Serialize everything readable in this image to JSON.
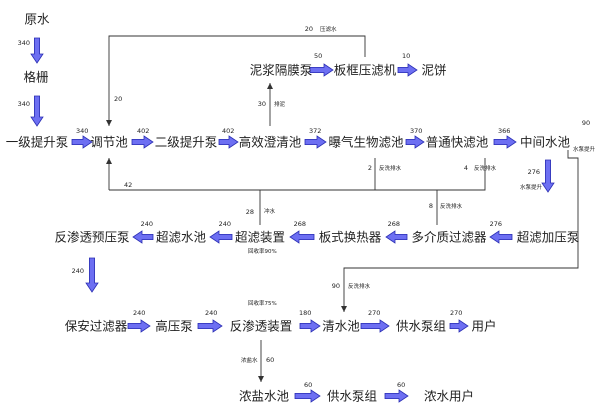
{
  "nodes": {
    "raw_water": "原水",
    "grille": "格栅",
    "lift_pump_1": "一级提升泵",
    "regulating_tank": "调节池",
    "lift_pump_2": "二级提升泵",
    "hd_clarifier": "高效澄清池",
    "baf": "曝气生物滤池",
    "rapid_filter": "普通快滤池",
    "middle_tank": "中间水池",
    "sludge_pump": "泥浆隔膜泵",
    "filter_press": "板框压滤机",
    "sludge_cake": "泥饼",
    "uf_booster": "超滤加压泵",
    "multimedia_filter": "多介质过滤器",
    "plate_exchanger": "板式换热器",
    "uf_unit": "超滤装置",
    "uf_tank": "超滤水池",
    "ro_pre_pump": "反渗透预压泵",
    "security_filter": "保安过滤器",
    "hp_pump": "高压泵",
    "ro_unit": "反渗透装置",
    "clear_tank": "清水池",
    "supply_pump_1": "供水泵组",
    "user": "用户",
    "brine_tank": "浓盐水池",
    "supply_pump_2": "供水泵组",
    "brine_user": "浓水用户"
  },
  "flows": {
    "raw_to_grille": "340",
    "grille_to_pump1": "340",
    "pump1_to_reg": "340",
    "reg_to_pump2": "402",
    "pump2_to_clar": "402",
    "clar_to_baf": "372",
    "baf_to_filter": "370",
    "filter_to_middle": "366",
    "middle_to_booster": "276",
    "middle_out": "90",
    "booster_to_mmf": "276",
    "mmf_to_hx": "268",
    "hx_to_uf": "268",
    "uf_to_tank": "240",
    "tank_to_pre": "240",
    "pre_to_sec": "240",
    "sec_to_hp": "240",
    "hp_to_ro": "240",
    "ro_to_clear": "180",
    "clear_to_supply": "270",
    "supply_to_user": "270",
    "ro_to_brine": "60",
    "brine_to_supply": "60",
    "supply_to_brine_user": "60",
    "sludge_to_press": "50",
    "press_to_cake": "10",
    "press_filtrate": "20",
    "clar_sludge": "30",
    "return_top": "20",
    "return_bottom": "42",
    "baf_backwash": "2",
    "filter_backwash": "4",
    "mmf_backwash": "8",
    "uf_backwash": "28"
  },
  "notes": {
    "press_filtrate": "压滤水",
    "sludge_discharge": "排泥",
    "backwash": "反洗排水",
    "water_pump": "水泵提升",
    "uf_recovery": "回收率90%",
    "ro_recovery": "回收率75%",
    "concentrate": "浓盐水",
    "flush_water": "冲水"
  },
  "colors": {
    "arrow_fill": "#6d6ff2",
    "arrow_stroke": "#2b2fb4",
    "line": "#333333",
    "text": "#222222"
  }
}
